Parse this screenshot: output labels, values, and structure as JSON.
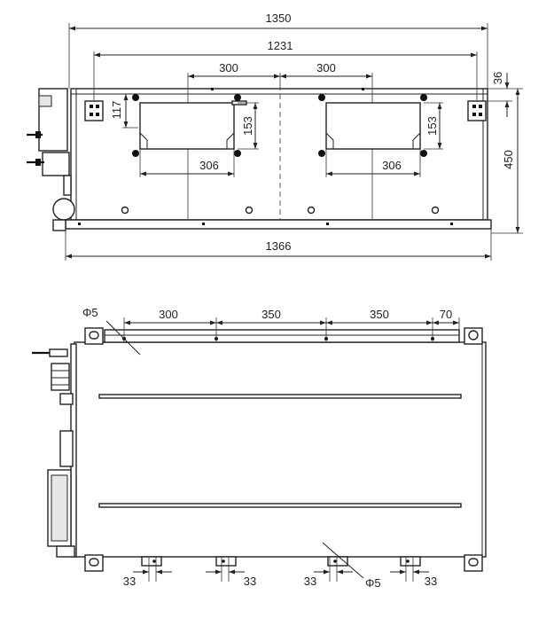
{
  "front_view": {
    "overall_width": "1350",
    "base_width": "1366",
    "hanger_span": "1231",
    "spacing_left": "300",
    "spacing_right": "300",
    "top_offset": "36",
    "height": "450",
    "inner_offset": "117",
    "opening_width_left": "306",
    "opening_width_right": "306",
    "opening_height_left": "153",
    "opening_height_right": "153"
  },
  "top_view": {
    "hole_label_top": "Φ5",
    "hole_label_bottom": "Φ5",
    "pitch_1": "300",
    "pitch_2": "350",
    "pitch_3": "350",
    "pitch_4": "70",
    "edge_1": "33",
    "edge_2": "33",
    "edge_3": "33",
    "edge_4": "33"
  }
}
